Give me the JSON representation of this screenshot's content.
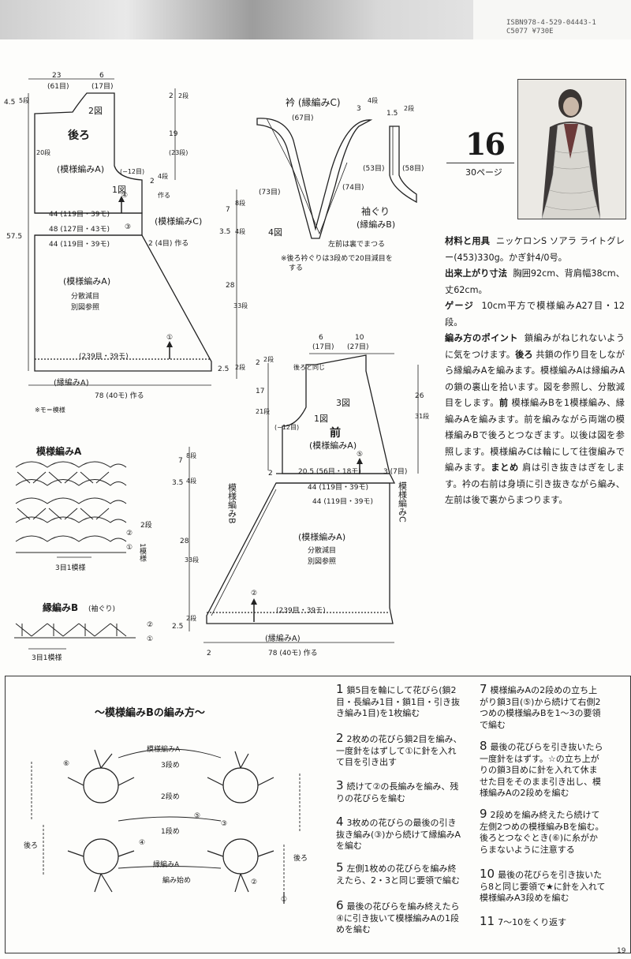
{
  "header": {
    "isbn_line1": "ISBN978-4-529-04443-1",
    "isbn_line2": "C5077 ¥730E"
  },
  "back": {
    "title": "後ろ",
    "pattern": "(模様編みA)",
    "fig2": "2図",
    "fig1": "1図",
    "w_top_cm": "23",
    "w_top_st": "(61目)",
    "w_shoulder_cm": "6",
    "w_shoulder_st": "(17目)",
    "h_shoulder": "4.5",
    "h_shoulder_rows": "5段",
    "h_arm_left_rows": "20段",
    "total_height": "57.5",
    "right_top_rows": "2段",
    "right_top_num": "2",
    "h19": "19",
    "h19_rows": "(23段)",
    "minus12": "(−12目)",
    "arm_make": "2",
    "arm_make_rows": "4段",
    "arm_make_label": "作る",
    "row44a": "44 (119目・39モ)",
    "row48": "48 (127目・43モ)",
    "row44b": "44 (119目・39モ)",
    "patC": "(模様編みC)",
    "make2": "2 (4目) 作る",
    "main": "(模様編みA)",
    "dist1": "分散減目",
    "dist2": "別図参照",
    "h7": "7",
    "h7_rows": "8段",
    "h35": "3.5",
    "h35_rows": "4段",
    "h28": "28",
    "h28_rows": "33段",
    "h25": "2.5",
    "h25_rows": "2段",
    "bottom_row": "(239目・39モ)",
    "edge": "(縁編みA)",
    "width": "78 (40モ) 作る",
    "note": "※モ＝模様",
    "c1": "①",
    "c3": "③",
    "c4": "④"
  },
  "collar": {
    "title": "衿 (縁編みC)",
    "st67": "(67目)",
    "st73": "(73目)",
    "st74": "(74目)",
    "w3": "3",
    "w3_rows": "4段",
    "fig4": "4図",
    "note_back": "左前は裏でまつる",
    "note1": "※後ろ衿ぐりは3段めで20目減目を",
    "note2": "する"
  },
  "armhole": {
    "w15": "1.5",
    "w15_rows": "2段",
    "st53": "(53目)",
    "st58": "(58目)",
    "title": "袖ぐり",
    "sub": "(縁編みB)"
  },
  "front": {
    "title": "前",
    "pattern": "(模様編みA)",
    "fig3": "3図",
    "fig1": "1図",
    "w6": "6",
    "w6_st": "(17目)",
    "w10": "10",
    "w10_st": "(27目)",
    "same_back": "後ろと同じ",
    "h2": "2",
    "h2_rows": "2段",
    "h17": "17",
    "h17_rows": "21段",
    "h26": "26",
    "h26_rows": "31段",
    "minus12": "(−12目)",
    "row205": "20.5 (56目・18モ)",
    "st3": "3 (7目)",
    "left2": "2",
    "row44a": "44 (119目・39モ)",
    "row44b": "44 (119目・39モ)",
    "patB": "模様編みB",
    "patC": "模様編みC",
    "main": "(模様編みA)",
    "dist1": "分散減目",
    "dist2": "別図参照",
    "h7": "7",
    "h7_rows": "8段",
    "h35": "3.5",
    "h35_rows": "4段",
    "h28": "28",
    "h28_rows": "33段",
    "h25": "2.5",
    "h25_rows": "2段",
    "bottom_row": "(239目・39モ)",
    "edge": "(縁編みA)",
    "width": "78 (40モ) 作る",
    "width_left": "2",
    "c2": "②",
    "c5": "⑤"
  },
  "patA": {
    "title": "模様編みA",
    "rows2": "2段",
    "rep": "1模様",
    "rep_label": "3目1模様",
    "c1": "①",
    "c2": "②"
  },
  "patBsmall": {
    "title": "縁編みB",
    "sub": "(袖ぐり)",
    "rep_label": "3目1模様",
    "c1": "①",
    "c2": "②"
  },
  "pattern_info": {
    "number": "16",
    "page_ref": "30ページ",
    "materials_label": "材料と用具",
    "materials": "ニッケロンS ソアラ ライトグレー(453)330g。かぎ針4/0号。",
    "size_label": "出来上がり寸法",
    "size": "胸囲92cm、背肩幅38cm、丈62cm。",
    "gauge_label": "ゲージ",
    "gauge": "10cm平方で模様編みA27目・12段。",
    "points_label": "編み方のポイント",
    "points_1": "鎖編みがねじれないように気をつけます。",
    "back_label": "後ろ",
    "points_back": "共鎖の作り目をしながら縁編みAを編みます。模様編みAは縁編みAの鎖の裏山を拾います。図を参照し、分散減目をします。",
    "front_label": "前",
    "points_front": "模様編みBを1模様編み、縁編みAを編みます。前を編みながら両端の模様編みBで後ろとつなぎます。以後は図を参照します。模様編みCは輪にして往復編みで編みます。",
    "finish_label": "まとめ",
    "points_finish": "肩は引き抜きはぎをします。衿の右前は身頃に引き抜きながら編み、左前は後で裏からまつります。"
  },
  "box": {
    "title": "〜模様編みBの編み方〜",
    "lbl_patA": "模様編みA",
    "lbl_row3": "3段め",
    "lbl_row2": "2段め",
    "lbl_row1": "1段め",
    "lbl_edgeA": "縁編みA",
    "lbl_start": "編み始め",
    "lbl_back_l": "後ろ",
    "lbl_back_r": "後ろ",
    "c1": "①",
    "c2": "②",
    "c3": "③",
    "c4": "④",
    "c5": "⑤",
    "c6": "⑥",
    "steps": [
      {
        "n": "1",
        "t": "鎖5目を輪にして花びら(鎖2目・長編み1目・鎖1目・引き抜き編み1目)を1枚編む"
      },
      {
        "n": "2",
        "t": "2枚めの花びら鎖2目を編み、一度針をはずして①に針を入れて目を引き出す"
      },
      {
        "n": "3",
        "t": "続けて②の長編みを編み、残りの花びらを編む"
      },
      {
        "n": "4",
        "t": "3枚めの花びらの最後の引き抜き編み(③)から続けて縁編みAを編む"
      },
      {
        "n": "5",
        "t": "左側1枚めの花びらを編み終えたら、2・3と同じ要領で編む"
      },
      {
        "n": "6",
        "t": "最後の花びらを編み終えたら④に引き抜いて模様編みAの1段めを編む"
      },
      {
        "n": "7",
        "t": "模様編みAの2段めの立ち上がり鎖3目(⑤)から続けて右側2つめの模様編みBを1〜3の要領で編む"
      },
      {
        "n": "8",
        "t": "最後の花びらを引き抜いたら一度針をはずす。☆の立ち上がりの鎖3目めに針を入れて休ませた目をそのまま引き出し、模様編みAの2段めを編む"
      },
      {
        "n": "9",
        "t": "2段めを編み終えたら続けて左側2つめの模様編みBを編む。後ろとつなぐとき(⑥)に糸がからまないように注意する"
      },
      {
        "n": "10",
        "t": "最後の花びらを引き抜いたら8と同じ要領で★に針を入れて模様編みA3段めを編む"
      },
      {
        "n": "11",
        "t": "7〜10をくり返す"
      }
    ]
  },
  "page": {
    "number": "19"
  }
}
